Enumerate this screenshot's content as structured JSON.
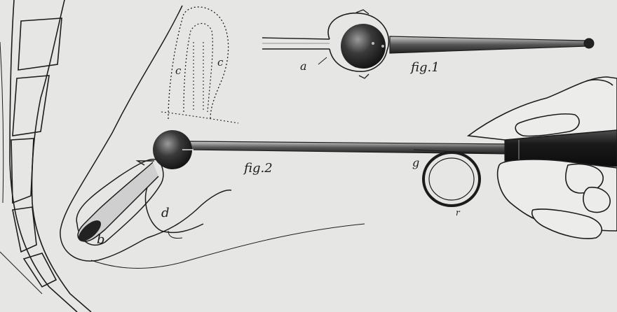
{
  "labels": {
    "fig1": "fig.1",
    "fig2": "fig.2",
    "a": "a",
    "b": "b",
    "c1": "c",
    "c2": "c",
    "d": "d",
    "g": "g",
    "r": "r"
  },
  "colors": {
    "paper": "#e6e6e4",
    "ink": "#1c1c1c",
    "metal_dark": "#2a2a2a",
    "metal_light": "#8a8a8a"
  }
}
